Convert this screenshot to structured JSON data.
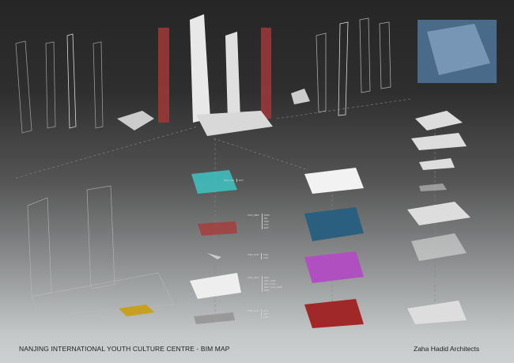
{
  "poster": {
    "title": "NANJING INTERNATIONAL YOUTH CULTURE CENTRE - BIM MAP",
    "firm": "Zaha Hadid Architects"
  },
  "labels": [
    {
      "key": "POD_CW",
      "values": "EXT"
    },
    {
      "key": "POD_MEP",
      "values": "DWN\nDR\nSPR\nVNT\nWAT"
    },
    {
      "key": "POD_STR",
      "values": "FDN\nSTR"
    },
    {
      "key": "POD_GRC",
      "values": "GRC\nGRC_GRD\nGRC_CAN\nGRC_CAN_GRD\nFRM"
    },
    {
      "key": "POD_GLZ",
      "values": "GLZ\nSKY\nSHD"
    }
  ],
  "colors": {
    "cw": "#3fc4c4",
    "mep_struct": "#2a5f80",
    "grc": "#b050c0",
    "steel": "#c03030"
  }
}
